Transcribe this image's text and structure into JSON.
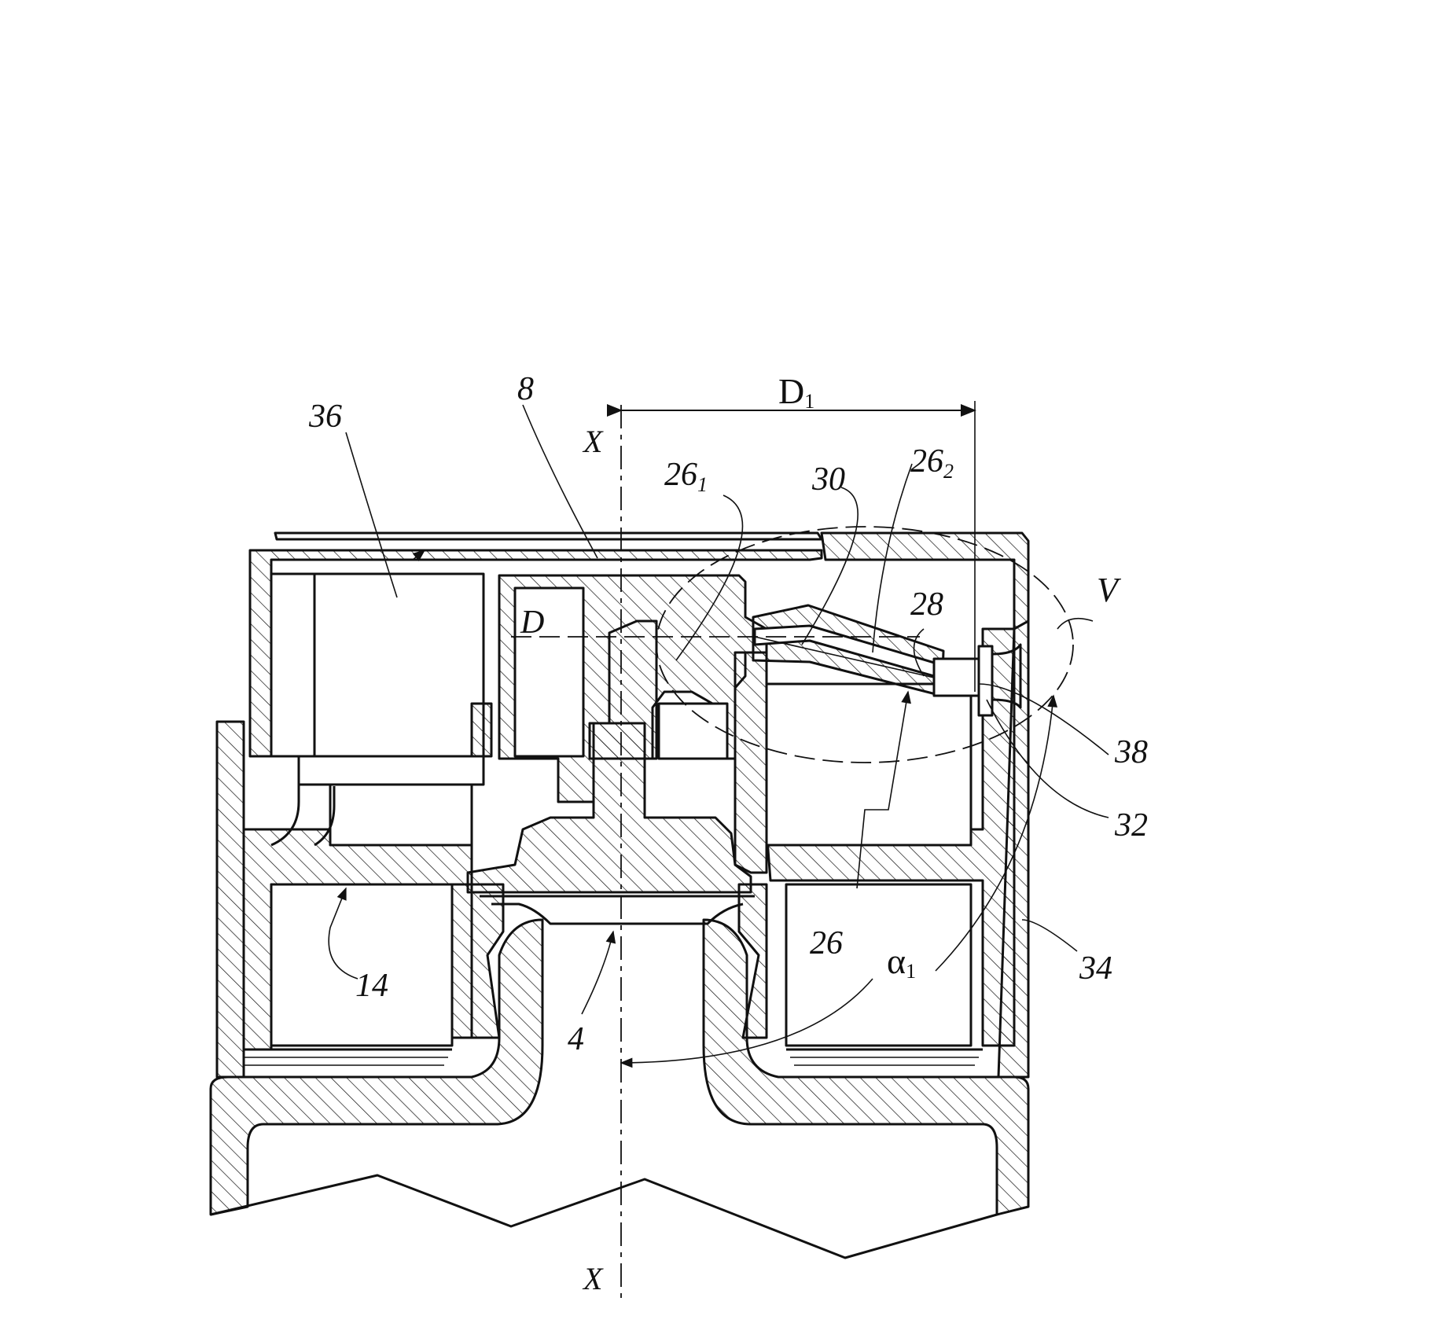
{
  "figure": {
    "labels": {
      "axis_top": "X",
      "axis_bottom": "X",
      "dimension_D1": "D",
      "dimension_D1_sub": "1",
      "dimension_D": "D",
      "ref_36": "36",
      "ref_8": "8",
      "ref_26_1": "26",
      "ref_26_1_sub": "1",
      "ref_30": "30",
      "ref_26_2": "26",
      "ref_26_2_sub": "2",
      "ref_V": "V",
      "ref_28": "28",
      "ref_38": "38",
      "ref_32": "32",
      "ref_34": "34",
      "ref_26": "26",
      "ref_alpha": "α",
      "ref_alpha_sub": "1",
      "ref_4": "4",
      "ref_14": "14"
    }
  }
}
